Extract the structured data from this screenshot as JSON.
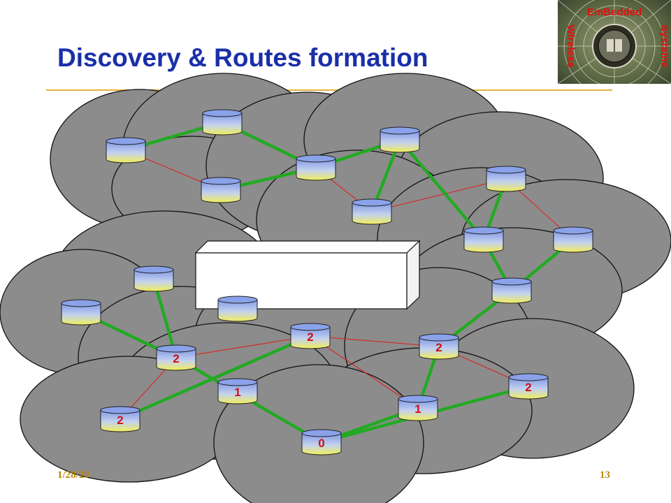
{
  "slide": {
    "title": "Discovery & Routes formation",
    "footer_date": "1/28/20",
    "slide_number": "13"
  },
  "logo": {
    "top_text": "EmBedded",
    "left_text": "Wireless",
    "right_text": "Systems"
  },
  "colors": {
    "title": "#1a2fa8",
    "rule": "#e3b23c",
    "range_fill": "#8c8c8c",
    "route": "#22aa22",
    "link": "#dd2222",
    "hop_label": "#cc1111"
  },
  "network": {
    "nodes": [
      {
        "id": "n1",
        "label": ""
      },
      {
        "id": "n2",
        "label": ""
      },
      {
        "id": "n3",
        "label": ""
      },
      {
        "id": "n4",
        "label": ""
      },
      {
        "id": "n5",
        "label": ""
      },
      {
        "id": "n6",
        "label": ""
      },
      {
        "id": "n7",
        "label": ""
      },
      {
        "id": "n8",
        "label": ""
      },
      {
        "id": "n9",
        "label": ""
      },
      {
        "id": "n10",
        "label": ""
      },
      {
        "id": "n11",
        "label": ""
      },
      {
        "id": "n12",
        "label": ""
      },
      {
        "id": "n13",
        "label": ""
      },
      {
        "id": "n14",
        "label": "2"
      },
      {
        "id": "n15",
        "label": "2"
      },
      {
        "id": "n16",
        "label": "2"
      },
      {
        "id": "n17",
        "label": "2"
      },
      {
        "id": "n18",
        "label": "1"
      },
      {
        "id": "n19",
        "label": "1"
      },
      {
        "id": "n20",
        "label": "2"
      },
      {
        "id": "n21",
        "label": "0"
      }
    ],
    "routes": [
      [
        "n1",
        "n2"
      ],
      [
        "n2",
        "n4"
      ],
      [
        "n3",
        "n4"
      ],
      [
        "n4",
        "n6"
      ],
      [
        "n5",
        "n6"
      ],
      [
        "n6",
        "n8"
      ],
      [
        "n7",
        "n8"
      ],
      [
        "n8",
        "n10"
      ],
      [
        "n9",
        "n10"
      ],
      [
        "n10",
        "n16"
      ],
      [
        "n11",
        "n14"
      ],
      [
        "n12",
        "n14"
      ],
      [
        "n14",
        "n21"
      ],
      [
        "n15",
        "n20"
      ],
      [
        "n16",
        "n19"
      ],
      [
        "n19",
        "n21"
      ],
      [
        "n17",
        "n21"
      ]
    ],
    "links": [
      [
        "n1",
        "n3"
      ],
      [
        "n4",
        "n5"
      ],
      [
        "n5",
        "n7"
      ],
      [
        "n7",
        "n9"
      ],
      [
        "n14",
        "n15"
      ],
      [
        "n14",
        "n20"
      ],
      [
        "n15",
        "n16"
      ],
      [
        "n16",
        "n17"
      ],
      [
        "n15",
        "n19"
      ]
    ]
  }
}
